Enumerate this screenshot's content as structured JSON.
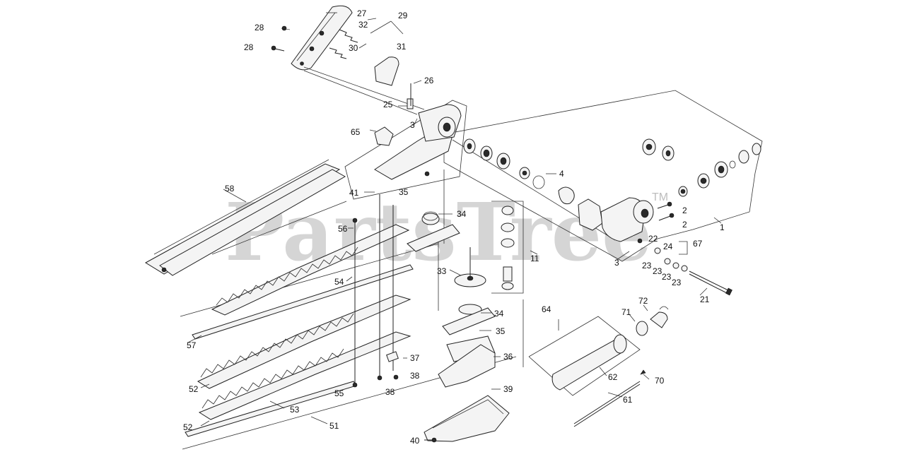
{
  "watermark": {
    "text": "PartsTree",
    "tm": "TM"
  },
  "callouts": {
    "c1": "1",
    "c2a": "2",
    "c2b": "2",
    "c3a": "3",
    "c3b": "3",
    "c4": "4",
    "c11": "11",
    "c21": "21",
    "c22": "22",
    "c23a": "23",
    "c23b": "23",
    "c23c": "23",
    "c23d": "23",
    "c24": "24",
    "c25": "25",
    "c26": "26",
    "c27": "27",
    "c28a": "28",
    "c28b": "28",
    "c29": "29",
    "c30": "30",
    "c31": "31",
    "c32": "32",
    "c33": "33",
    "c34a": "34",
    "c34b": "34",
    "c35a": "35",
    "c35b": "35",
    "c36": "36",
    "c37": "37",
    "c38a": "38",
    "c38b": "38",
    "c39": "39",
    "c40": "40",
    "c41": "41",
    "c51": "51",
    "c52a": "52",
    "c52b": "52",
    "c53": "53",
    "c54": "54",
    "c55": "55",
    "c56": "56",
    "c57": "57",
    "c58": "58",
    "c61": "61",
    "c62": "62",
    "c64": "64",
    "c65": "65",
    "c67": "67",
    "c70": "70",
    "c71": "71",
    "c72": "72"
  }
}
